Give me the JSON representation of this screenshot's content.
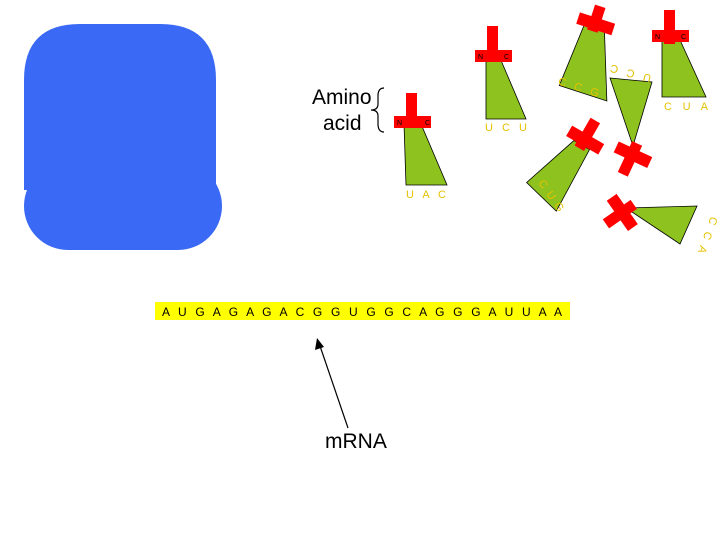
{
  "colors": {
    "ribosome": "#3a6af5",
    "trna_body": "#8dc21f",
    "amino_acid": "#ff0000",
    "anticodon": "#e6c200",
    "mrna_strip": "#ffff00"
  },
  "labels": {
    "amino_acid_line1": "Amino",
    "amino_acid_line2": "acid",
    "mrna": "mRNA"
  },
  "mrna": {
    "sequence": "A U G A G A G A C G G U G G C A G G G A U U A A"
  },
  "trnas": [
    {
      "anticodon": "U A C"
    },
    {
      "anticodon": "U C U"
    },
    {
      "anticodon": "C C G"
    },
    {
      "anticodon": "C U A"
    },
    {
      "anticodon": "U C C"
    },
    {
      "anticodon": "C U G"
    },
    {
      "anticodon": "C C A"
    }
  ]
}
